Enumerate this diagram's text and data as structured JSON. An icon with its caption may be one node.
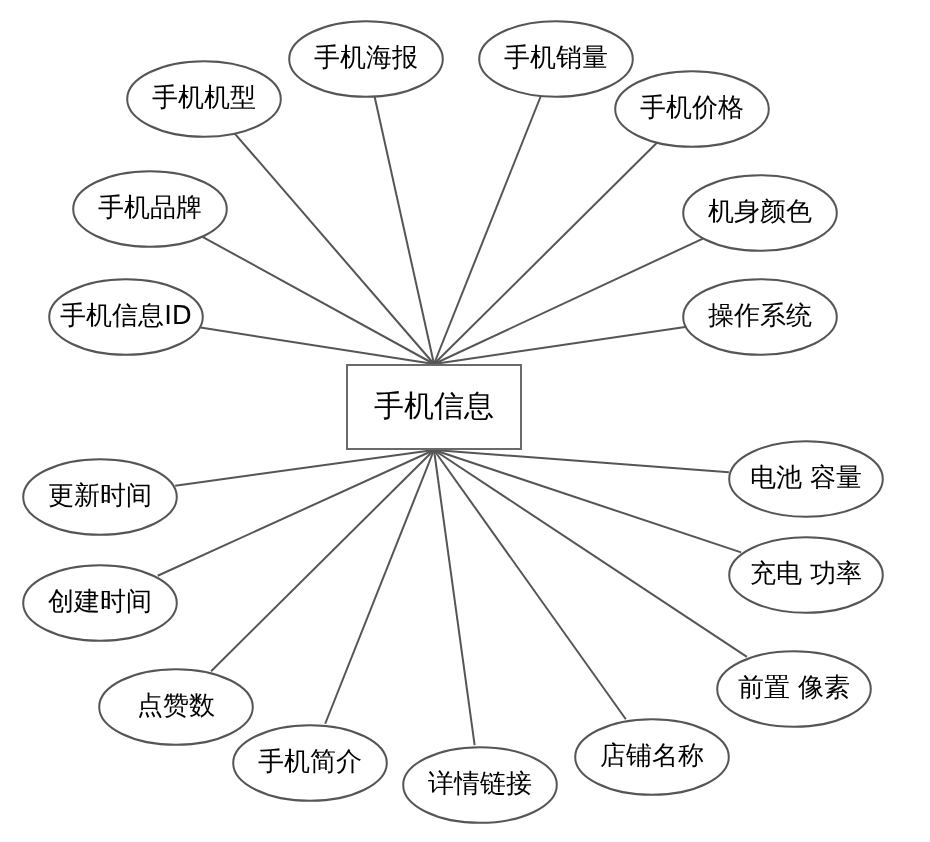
{
  "diagram": {
    "nodes": [
      {
        "text": [
          "手机海报"
        ]
      },
      {
        "text": [
          "手机销量"
        ]
      },
      {
        "text": [
          "手机机型"
        ]
      },
      {
        "text": [
          "手机价格"
        ]
      },
      {
        "text": [
          "手机品牌"
        ]
      },
      {
        "text": [
          "机身颜色"
        ]
      },
      {
        "text": [
          "手机信息ID"
        ]
      },
      {
        "text": [
          "操作系统"
        ]
      },
      {
        "text": [
          "手机信息"
        ]
      },
      {
        "text": [
          "电池 容量"
        ]
      },
      {
        "text": [
          "更新时间"
        ]
      },
      {
        "text": [
          "充电 功率"
        ]
      },
      {
        "text": [
          "创建时间"
        ]
      },
      {
        "text": [
          "前置 像素"
        ]
      },
      {
        "text": [
          "点赞数"
        ]
      },
      {
        "text": [
          "店铺名称"
        ]
      },
      {
        "text": [
          "手机简介"
        ]
      },
      {
        "text": [
          "详情链接"
        ]
      }
    ],
    "edges": [
      {
        "from": 8,
        "to": 0,
        "arrow": "none"
      },
      {
        "from": 8,
        "to": 1,
        "arrow": "none"
      },
      {
        "from": 8,
        "to": 2,
        "arrow": "none"
      },
      {
        "from": 8,
        "to": 3,
        "arrow": "none"
      },
      {
        "from": 8,
        "to": 4,
        "arrow": "none"
      },
      {
        "from": 8,
        "to": 5,
        "arrow": "none"
      },
      {
        "from": 8,
        "to": 6,
        "arrow": "none"
      },
      {
        "from": 8,
        "to": 7,
        "arrow": "none"
      },
      {
        "from": 8,
        "to": 9,
        "arrow": "none"
      },
      {
        "from": 8,
        "to": 10,
        "arrow": "none"
      },
      {
        "from": 8,
        "to": 11,
        "arrow": "none"
      },
      {
        "from": 8,
        "to": 12,
        "arrow": "none"
      },
      {
        "from": 8,
        "to": 13,
        "arrow": "none"
      },
      {
        "from": 8,
        "to": 14,
        "arrow": "none"
      },
      {
        "from": 8,
        "to": 15,
        "arrow": "none"
      },
      {
        "from": 8,
        "to": 16,
        "arrow": "none"
      },
      {
        "from": 8,
        "to": 17,
        "arrow": "none"
      }
    ]
  }
}
